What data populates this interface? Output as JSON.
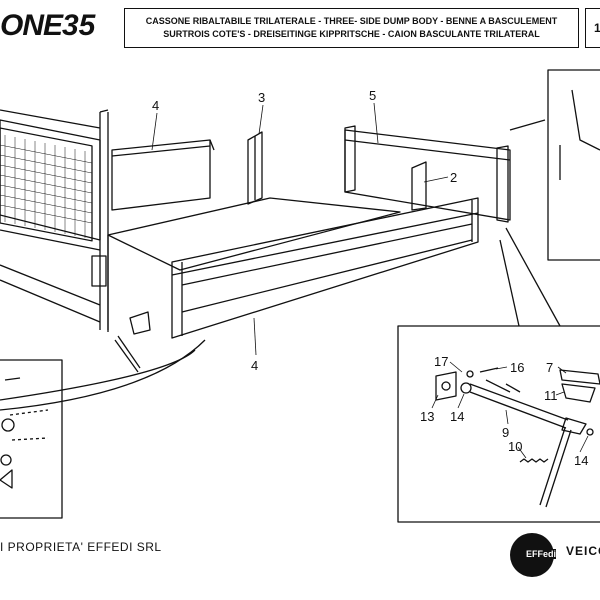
{
  "header": {
    "brand": "ONE",
    "model": "35",
    "title_line1": "CASSONE RIBALTABILE TRILATERALE - THREE- SIDE DUMP BODY - BENNE A BASCULEMENT",
    "title_line2": "SURTROIS COTE'S - DREISEITINGE KIPPRITSCHE - CAION BASCULANTE TRILATERAL",
    "sheet": "1"
  },
  "callouts": {
    "c4a": "4",
    "c3": "3",
    "c5": "5",
    "c2": "2",
    "c4b": "4",
    "c17": "17",
    "c16": "16",
    "c13": "13",
    "c14a": "14",
    "c9": "9",
    "c10": "10",
    "c7": "7",
    "c11": "11",
    "c14b": "14"
  },
  "footer": {
    "text": "I PROPRIETA' EFFEDI SRL",
    "logo_text": "EFFedi",
    "logo_word": "VEICO"
  }
}
